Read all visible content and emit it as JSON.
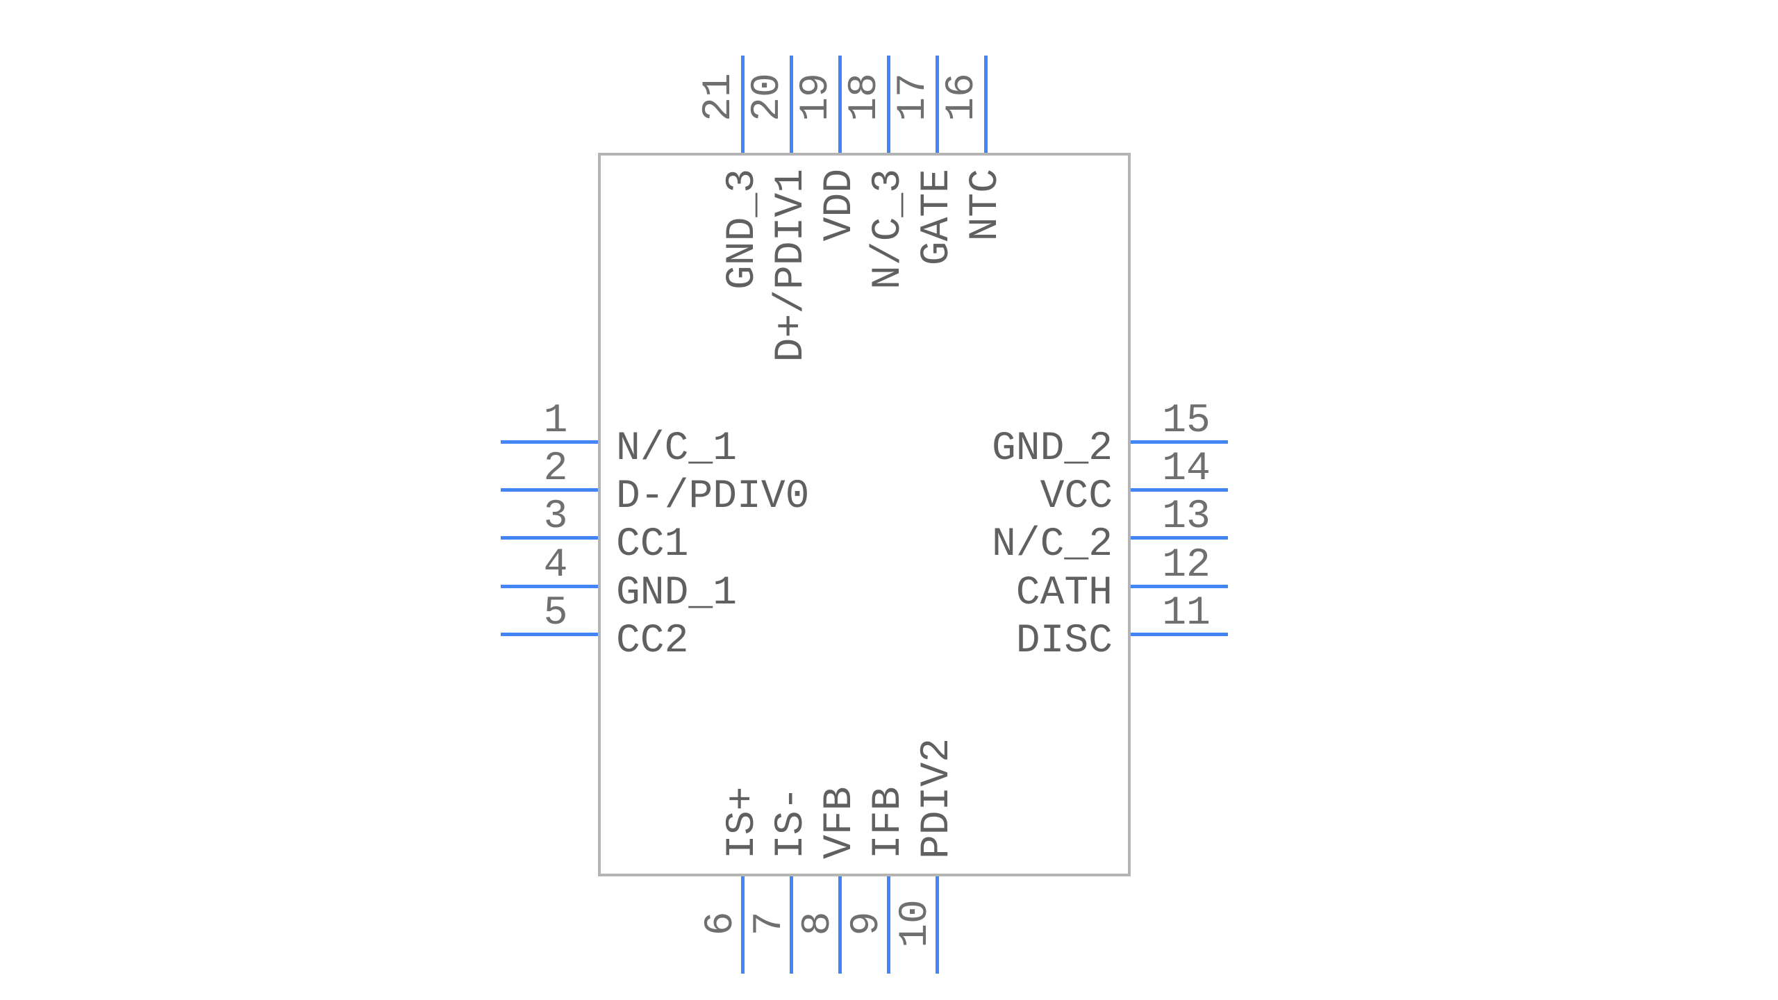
{
  "component": {
    "colors": {
      "pin_line": "#4285f4",
      "body_border": "#b4b4b4",
      "pin_name_text": "#606060",
      "pin_number_text": "#6f6f6f",
      "background": "#ffffff"
    },
    "left_pins": [
      {
        "number": "1",
        "name": "N/C_1"
      },
      {
        "number": "2",
        "name": "D-/PDIV0"
      },
      {
        "number": "3",
        "name": "CC1"
      },
      {
        "number": "4",
        "name": "GND_1"
      },
      {
        "number": "5",
        "name": "CC2"
      }
    ],
    "right_pins": [
      {
        "number": "15",
        "name": "GND_2"
      },
      {
        "number": "14",
        "name": "VCC"
      },
      {
        "number": "13",
        "name": "N/C_2"
      },
      {
        "number": "12",
        "name": "CATH"
      },
      {
        "number": "11",
        "name": "DISC"
      }
    ],
    "top_pins": [
      {
        "number": "21",
        "name": "GND_3"
      },
      {
        "number": "20",
        "name": "D+/PDIV1"
      },
      {
        "number": "19",
        "name": "VDD"
      },
      {
        "number": "18",
        "name": "N/C_3"
      },
      {
        "number": "17",
        "name": "GATE"
      },
      {
        "number": "16",
        "name": "NTC"
      }
    ],
    "bottom_pins": [
      {
        "number": "6",
        "name": "IS+"
      },
      {
        "number": "7",
        "name": "IS-"
      },
      {
        "number": "8",
        "name": "VFB"
      },
      {
        "number": "9",
        "name": "IFB"
      },
      {
        "number": "10",
        "name": "PDIV2"
      }
    ]
  }
}
